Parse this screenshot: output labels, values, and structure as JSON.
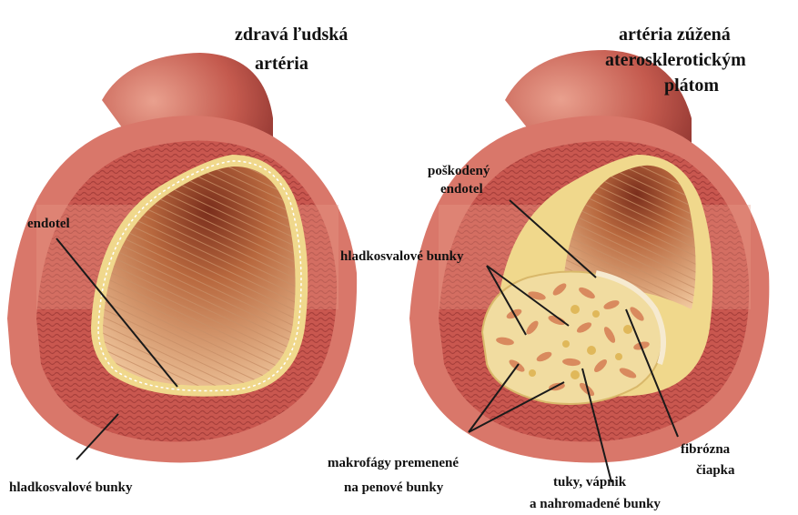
{
  "left_artery": {
    "title_line1": "zdravá ľudská",
    "title_line2": "artéria",
    "label_endothelium": "endotel",
    "label_smooth_muscle": "hladkosvalové bunky"
  },
  "right_artery": {
    "title_line1": "artéria zúžená",
    "title_line2": "aterosklerotickým",
    "title_line3": "plátom",
    "label_damaged_endothelium_line1": "poškodený",
    "label_damaged_endothelium_line2": "endotel",
    "label_smooth_muscle": "hladkosvalové bunky",
    "label_macrophages_line1": "makrofágy premenené",
    "label_macrophages_line2": "na penové bunky",
    "label_fats_line1": "tuky, vápnik",
    "label_fats_line2": "a nahromadené bunky",
    "label_fibrous_cap_line1": "fibrózna",
    "label_fibrous_cap_line2": "čiapka"
  },
  "colors": {
    "artery_outer": "#d9776a",
    "artery_muscle": "#c4514c",
    "artery_band": "#e79a88",
    "endothelium": "#f0d88c",
    "lumen": "#e8b488",
    "lumen_dark": "#8c3a22",
    "plaque": "#f1dca0",
    "foam_cell": "#d98a5e"
  }
}
